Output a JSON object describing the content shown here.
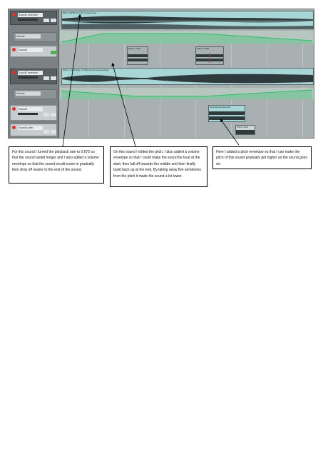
{
  "tracks": [
    {
      "name": "Sound1 reversed",
      "item_label": "[Rate: 0.675] Sound1 reversed.wav"
    },
    {
      "name": "Volume",
      "envelope": true
    },
    {
      "name": "Sound2",
      "item_labels": [
        "[Pitch: -5.00]",
        "[Pitch: -5.00]"
      ]
    },
    {
      "name": "Sound2 reversed",
      "item_label": "[Pitch: -5.00] [Rate: 0.765] Sound2 reversed.wav"
    },
    {
      "name": "Volume",
      "envelope": true
    },
    {
      "name": "Sound3",
      "item_label": "Sound3 reversed.wav"
    },
    {
      "name": "Sound3 pitch",
      "item_label": "[Pitch: 2.00]"
    }
  ],
  "callouts": [
    {
      "text": "For this sound I turned the playback rate to 0.675 so that the sound lasted longer and I also added a volume envelope so that the sound would come in gradually then drop off nearer to the end of the sound."
    },
    {
      "text": "On this sound I edited the pitch, I also added a volume envelope so that I could make the sound be loud at the start, then fall off towards the middle and then finally build back up at the end. By taking away five semitones from the pitch it made the sound a lot lower."
    },
    {
      "text": "Here I added a pitch envelope so that I can make the pitch of this sound gradually get higher as the sound goes on."
    }
  ],
  "colors": {
    "arrange_bg": "#a9b0b2",
    "item_bg": "#9fd0d0",
    "waveform": "#2f3a3c",
    "envelope": "#2fbf6b",
    "record_button": "#cf3b2e"
  }
}
